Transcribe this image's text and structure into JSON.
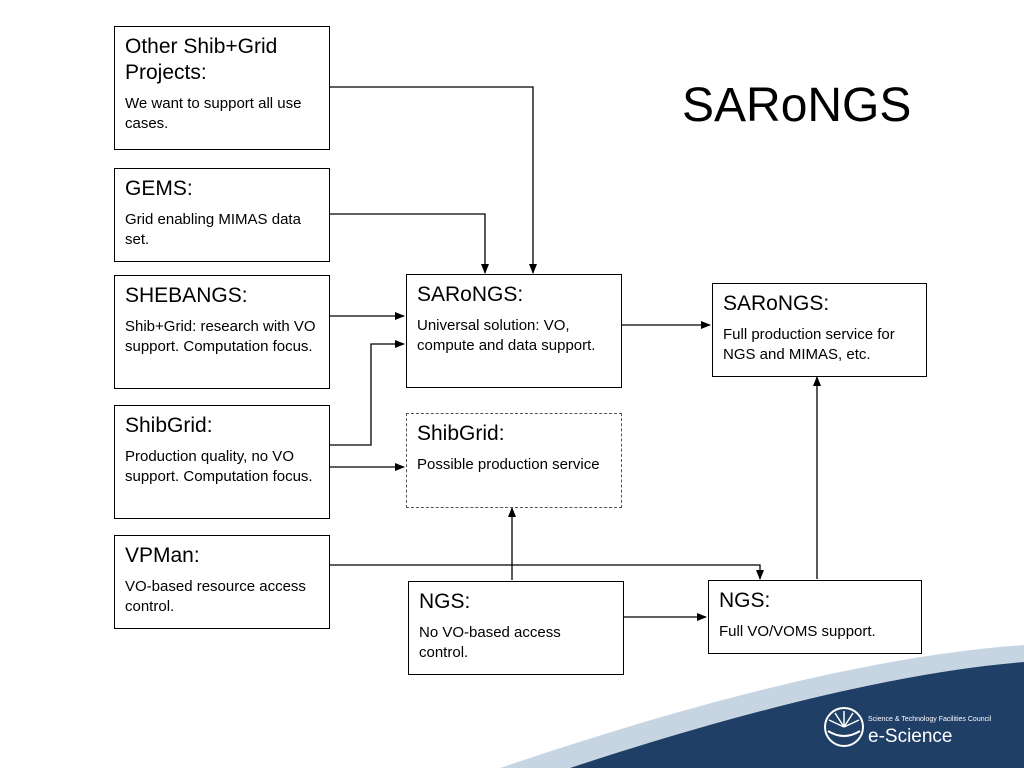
{
  "title": "SARoNGS",
  "boxes": {
    "other": {
      "head": "Other Shib+Grid Projects:",
      "body": "We want to support all use cases."
    },
    "gems": {
      "head": "GEMS:",
      "body": "Grid enabling MIMAS data set."
    },
    "shebangs": {
      "head": "SHEBANGS:",
      "body": "Shib+Grid: research with VO support. Computation focus."
    },
    "shibgrid": {
      "head": "ShibGrid:",
      "body": "Production quality, no VO support. Computation focus."
    },
    "vpman": {
      "head": "VPMan:",
      "body": "VO-based resource access control."
    },
    "sarongs_mid": {
      "head": "SARoNGS:",
      "body": "Universal solution: VO, compute and data support."
    },
    "shibgrid_future": {
      "head": "ShibGrid:",
      "body": "Possible production service"
    },
    "ngs_now": {
      "head": "NGS:",
      "body": "No VO-based access control."
    },
    "sarongs_final": {
      "head": "SARoNGS:",
      "body": "Full production service for NGS and MIMAS, etc."
    },
    "ngs_full": {
      "head": "NGS:",
      "body": "Full VO/VOMS support."
    }
  },
  "branding": {
    "org": "Science & Technology Facilities Council",
    "division": "e-Science",
    "logo_icon": "stfc-sunburst-icon"
  },
  "colors": {
    "swoosh_dark": "#1f3f66",
    "swoosh_light": "#b9cadb",
    "dashed_border": "#555555"
  }
}
